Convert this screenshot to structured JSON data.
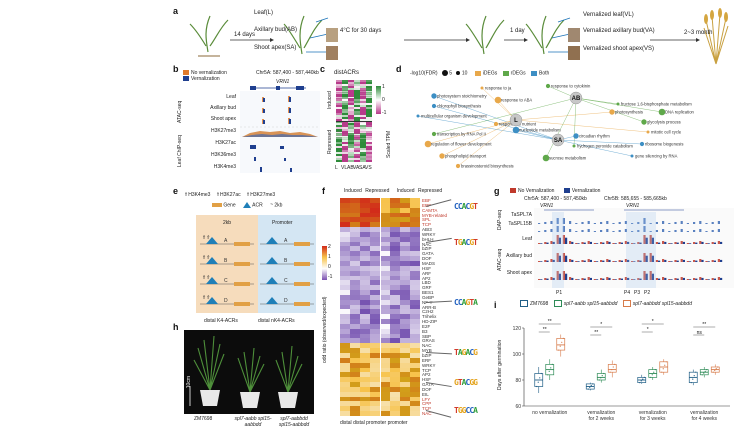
{
  "panel_a": {
    "letter": "a",
    "labels": {
      "leaf": "Leaf(L)",
      "axillary_bud": "Axillary bud(AB)",
      "shoot_apex": "Shoot apex(SA)",
      "days14": "14 days",
      "cold": "4°C for 30 days",
      "day1": "1 day",
      "vern_leaf": "Vernalized leaf(VL)",
      "vern_axillary": "Vernalized axillary bud(VA)",
      "vern_shoot": "Vernalized shoot apex(VS)",
      "months": "2~3 month"
    }
  },
  "panel_b": {
    "letter": "b",
    "legend": [
      "No vernalization",
      "Vernalization"
    ],
    "coord": "Chr5A: 587,400 - 587,440kb",
    "gene": "VRN1",
    "group_atac": "ATAC-seq",
    "group_chip": "Leaf ChIP-seq",
    "tracks": [
      "Leaf",
      "Axillary bud",
      "Shoot apex",
      "H3K27me3",
      "H3K27ac",
      "H3K36me3",
      "H3K4me3"
    ]
  },
  "panel_c": {
    "letter": "c",
    "title": "distACRs",
    "row_groups": [
      "Induced",
      "Repressed"
    ],
    "col_labels": [
      "L",
      "VL",
      "AB",
      "VA",
      "SA",
      "VS"
    ],
    "scale_label": "Scaled TPM",
    "scale_ticks": [
      "1",
      "0",
      "-1"
    ]
  },
  "panel_d": {
    "letter": "d",
    "legend_title": "-log10(FDR)",
    "size_ticks": [
      "5",
      "10"
    ],
    "categories": [
      "iDEGs",
      "rDEGs",
      "Both"
    ],
    "hubs": [
      "L",
      "AB",
      "SA"
    ],
    "terms": [
      "response to ja",
      "response to cytokinin",
      "photosystem stoichiometry",
      "response to ABA",
      "fructose 1,6-bisphosphate metabolism",
      "chlorophyll biosynthesis",
      "photosynthesis",
      "DNA replication",
      "multicellular organism development",
      "response to nutrient",
      "glycolysis process",
      "nucleotide metabolism",
      "mitotic cell cycle",
      "transcription by RNA Pol II",
      "circadian rhythm",
      "regulation of flower development",
      "hydrogen peroxide catabolism",
      "ribosome biogenesis",
      "phospholipid transport",
      "sucrose metabolism",
      "gene silencing by RNA",
      "brassinosteroid biosynthesis"
    ]
  },
  "panel_e": {
    "letter": "e",
    "marks": [
      "H3K4me3",
      "H3K27ac",
      "H3K27me3"
    ],
    "legend": [
      "Gene",
      "ACR",
      "2kb"
    ],
    "dist_label": "2kb",
    "promoter": "Promoter",
    "rows": [
      "A",
      "B",
      "C",
      "D"
    ],
    "bottom": [
      "distal K4-ACRs",
      "distal nK4-ACRs"
    ]
  },
  "panel_f": {
    "letter": "f",
    "col_groups": [
      "Induced",
      "Repressed",
      "Induced",
      "Repressed"
    ],
    "scale_ticks": [
      "2",
      "1",
      "0",
      "-1"
    ],
    "ylabel": "odd ratio (observed/expected)",
    "x_labels": [
      "distal",
      "distal",
      "promoter",
      "promoter"
    ],
    "motif_families": [
      "EBF",
      "ERF",
      "CAMTA",
      "MYB-related",
      "SPL",
      "TCP",
      "ABI3",
      "WRKY",
      "bHLH",
      "NAC",
      "bZIP",
      "GATA",
      "DOF",
      "MADS",
      "HSF",
      "ARF",
      "AP2",
      "LBD",
      "GRF",
      "BES1",
      "GeBP",
      "NF-Y",
      "ARR-B",
      "C2H2",
      "Trihelix",
      "HD-ZIP",
      "E2F",
      "B3",
      "SBP",
      "GRAS",
      "NAC",
      "MYB",
      "bZIP",
      "ERF",
      "WRKY",
      "TCP",
      "AP2",
      "HSF",
      "GATA",
      "DOF",
      "EIL",
      "LFY",
      "CPP",
      "TCP",
      "NAC"
    ]
  },
  "panel_g": {
    "letter": "g",
    "legend": [
      "No Vernalization",
      "Vernalization"
    ],
    "coord_left": "Chr5A: 587,400 - 587,450kb",
    "coord_right": "Chr5B: 585,655 - 585,665kb",
    "gene_left": "VRN1",
    "gene_right": "VRN1",
    "group_dap": "DAP-seq",
    "group_atac": "ATAC-seq",
    "tracks": [
      "TaSPL7A",
      "TaSPL15B",
      "Leaf",
      "Axillary bud",
      "Shoot apex"
    ],
    "peaks_left": [
      "P1"
    ],
    "peaks_right": [
      "P4",
      "P3",
      "P2"
    ]
  },
  "panel_h": {
    "letter": "h",
    "scale": "10cm",
    "genotypes": [
      "ZM7698",
      "spl7-aabb spl15-aabbdd",
      "spl7-aabbdd spl15-aabbdd"
    ]
  },
  "panel_i": {
    "letter": "i",
    "legend": [
      "ZM7698",
      "spl7-aabb spl15-aabbdd",
      "spl7-aabbdd spl15-aabbdd"
    ],
    "ylabel": "Days after germination",
    "conditions": [
      "no vernalization",
      "vernalization for 2 weeks",
      "vernalization for 3 weeks",
      "vernalization for 4 weeks"
    ],
    "significance": [
      "**",
      "**",
      "*",
      "**",
      "*",
      "*",
      "**",
      "ns"
    ],
    "colors": [
      "#1f5e86",
      "#2e8b57",
      "#d77b4a"
    ]
  },
  "chart_data": {
    "type": "box",
    "title": "",
    "xlabel": "",
    "ylabel": "Days after germination",
    "ylim": [
      60,
      120
    ],
    "yticks": [
      60,
      80,
      100,
      120
    ],
    "categories": [
      "no vernalization",
      "vernalization for 2 weeks",
      "vernalization for 3 weeks",
      "vernalization for 4 weeks"
    ],
    "series": [
      {
        "name": "ZM7698",
        "median": [
          80,
          75,
          80,
          82
        ],
        "q1": [
          75,
          73,
          78,
          78
        ],
        "q3": [
          85,
          77,
          82,
          86
        ],
        "min": [
          70,
          72,
          77,
          76
        ],
        "max": [
          90,
          78,
          84,
          88
        ]
      },
      {
        "name": "spl7-aabb spl15-aabbdd",
        "median": [
          88,
          82,
          85,
          86
        ],
        "q1": [
          84,
          80,
          82,
          84
        ],
        "q3": [
          92,
          85,
          88,
          88
        ],
        "min": [
          80,
          78,
          80,
          82
        ],
        "max": [
          96,
          88,
          90,
          90
        ]
      },
      {
        "name": "spl7-aabbdd spl15-aabbdd",
        "median": [
          107,
          88,
          90,
          88
        ],
        "q1": [
          103,
          86,
          86,
          86
        ],
        "q3": [
          112,
          92,
          94,
          90
        ],
        "min": [
          98,
          82,
          84,
          84
        ],
        "max": [
          115,
          95,
          96,
          92
        ]
      }
    ]
  }
}
